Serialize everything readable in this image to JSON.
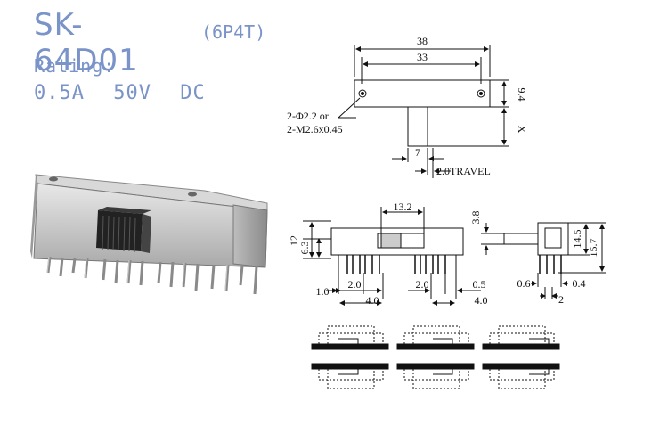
{
  "header": {
    "model": "SK-64D01",
    "variant": "(6P4T)",
    "rating_label": "Rating:",
    "current": "0.5A",
    "voltage": "50V",
    "type": "DC"
  },
  "top_view": {
    "width_outer": "38",
    "width_inner": "33",
    "height": "9.4",
    "hole_note_1": "2-Φ2.2 or",
    "hole_note_2": "2-M2.6x0.45",
    "actuator_x": "X",
    "actuator_w": "7",
    "travel": "2.0TRAVEL"
  },
  "front_view": {
    "actuator_w": "13.2",
    "height_total": "12",
    "height_body": "6.3",
    "pitch_1": "2.0",
    "pitch_2": "2.0",
    "pin_w": "0.5",
    "edge_left": "1.0",
    "span_left": "4.0",
    "span_right": "4.0"
  },
  "side_view": {
    "actuator_h": "3.8",
    "height_body": "14.5",
    "height_total": "15.7",
    "pin_left": "0.6",
    "pin_right": "0.4",
    "pin_pitch": "2"
  }
}
